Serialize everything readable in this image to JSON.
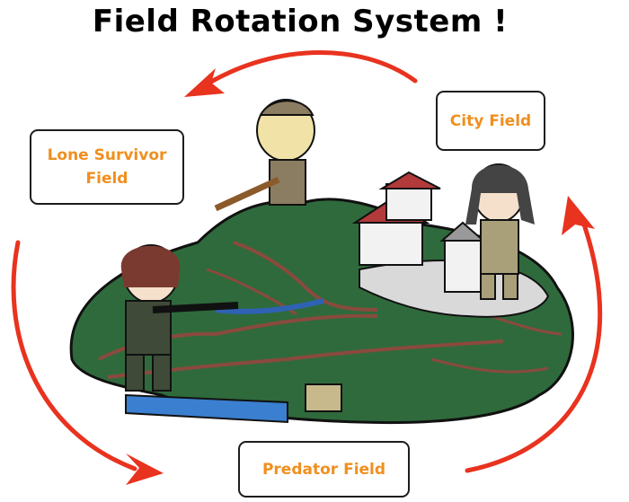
{
  "title": "Field Rotation System !",
  "fields": {
    "lone_survivor": "Lone Survivor\nField",
    "city": "City Field",
    "predator": "Predator Field"
  },
  "colors": {
    "arrow": "#e8331f",
    "label_text": "#f08f1e",
    "grass": "#2f6a3c",
    "rock": "#8a4a3e"
  }
}
